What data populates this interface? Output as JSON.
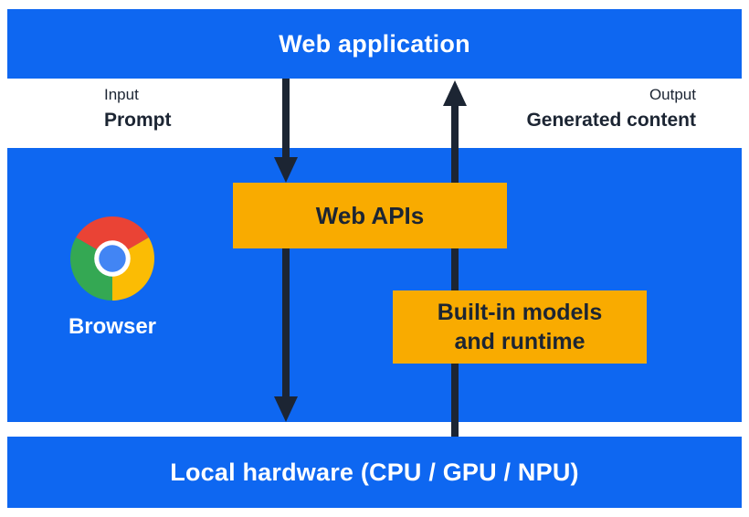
{
  "colors": {
    "section_blue": "#0e67f1",
    "box_yellow": "#f9ab00",
    "arrow_ink": "#1c2533",
    "logo_red": "#ea4335",
    "logo_yellow": "#fbbc04",
    "logo_green": "#34a853",
    "logo_blue": "#4285f4"
  },
  "top_bar": {
    "label": "Web application"
  },
  "flow": {
    "input_caption": "Input",
    "input_label": "Prompt",
    "output_caption": "Output",
    "output_label": "Generated content"
  },
  "browser": {
    "label": "Browser",
    "web_apis": "Web APIs",
    "builtin_line1": "Built-in models",
    "builtin_line2": "and runtime"
  },
  "bottom_bar": {
    "label": "Local hardware (CPU / GPU / NPU)"
  }
}
